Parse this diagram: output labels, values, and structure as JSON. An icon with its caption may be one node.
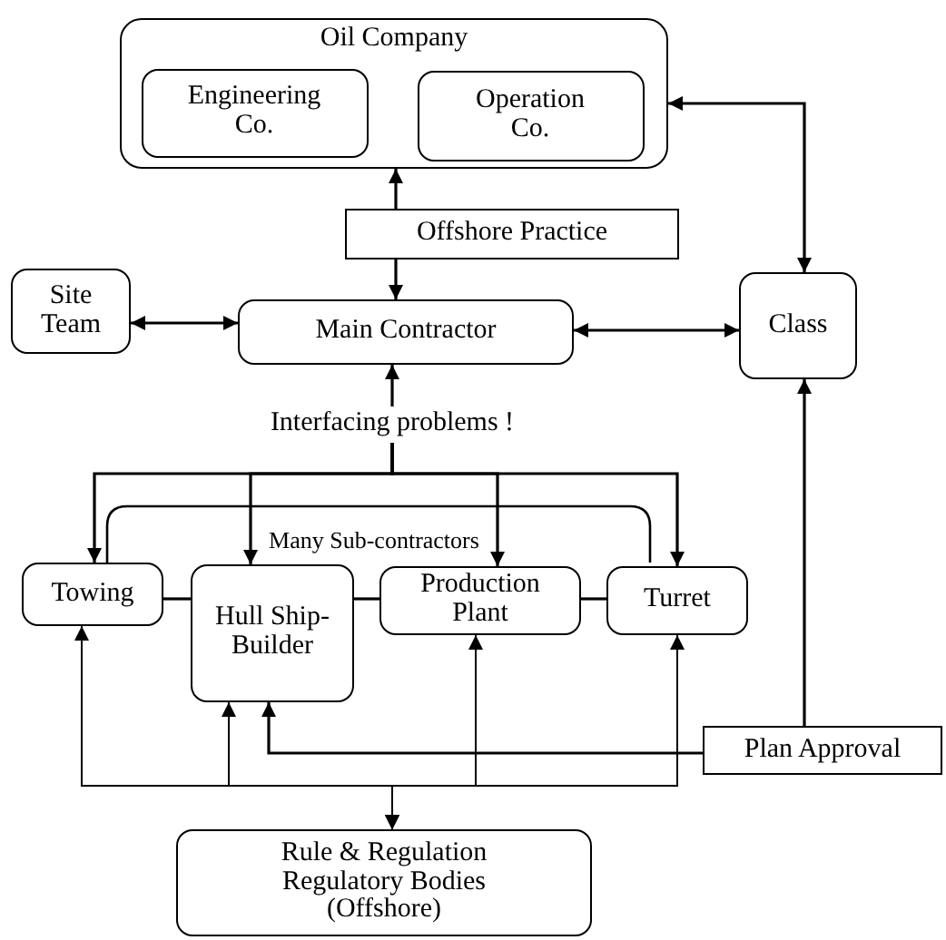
{
  "diagram": {
    "nodes": [
      {
        "text": [
          "Oil Company"
        ]
      },
      {
        "text": [
          "Engineering Co."
        ],
        "in": 0
      },
      {
        "text": [
          "Operation Co."
        ],
        "in": 0
      },
      {
        "text": [
          "Offshore Practice"
        ]
      },
      {
        "text": [
          "Site Team"
        ]
      },
      {
        "text": [
          "Main Contractor"
        ]
      },
      {
        "text": [
          "Class"
        ]
      },
      {
        "text": [
          "Interfacing problems !"
        ]
      },
      {
        "text": [
          "Many Sub-contractors"
        ]
      },
      {
        "text": [
          "Towing"
        ]
      },
      {
        "text": [
          "Hull Ship-Builder"
        ]
      },
      {
        "text": [
          "Production Plant"
        ]
      },
      {
        "text": [
          "Turret"
        ]
      },
      {
        "text": [
          "Plan Approval"
        ]
      },
      {
        "text": [
          "Rule & Regulation Regulatory Bodies (Offshore)"
        ]
      }
    ],
    "edges": [
      {
        "from": 3,
        "to": 0,
        "arrow": "to"
      },
      {
        "from": 3,
        "to": 5,
        "arrow": "to"
      },
      {
        "from": 4,
        "to": 5,
        "arrow": "both"
      },
      {
        "from": 5,
        "to": 6,
        "arrow": "both"
      },
      {
        "from": 0,
        "to": 6,
        "arrow": "both"
      },
      {
        "from": 7,
        "to": 5,
        "arrow": "to"
      },
      {
        "from": 7,
        "to": 9,
        "arrow": "to"
      },
      {
        "from": 7,
        "to": 10,
        "arrow": "to"
      },
      {
        "from": 7,
        "to": 11,
        "arrow": "to"
      },
      {
        "from": 7,
        "to": 12,
        "arrow": "to"
      },
      {
        "from": 9,
        "to": 10,
        "arrow": "none"
      },
      {
        "from": 10,
        "to": 11,
        "arrow": "none"
      },
      {
        "from": 11,
        "to": 12,
        "arrow": "none"
      },
      {
        "from": 13,
        "to": 6,
        "arrow": "to"
      },
      {
        "from": 13,
        "to": 10,
        "arrow": "to"
      },
      {
        "from": 14,
        "to": 9,
        "arrow": "both"
      },
      {
        "from": 14,
        "to": 10,
        "arrow": "both"
      },
      {
        "from": 14,
        "to": 11,
        "arrow": "both"
      },
      {
        "from": 14,
        "to": 12,
        "arrow": "both"
      }
    ]
  }
}
